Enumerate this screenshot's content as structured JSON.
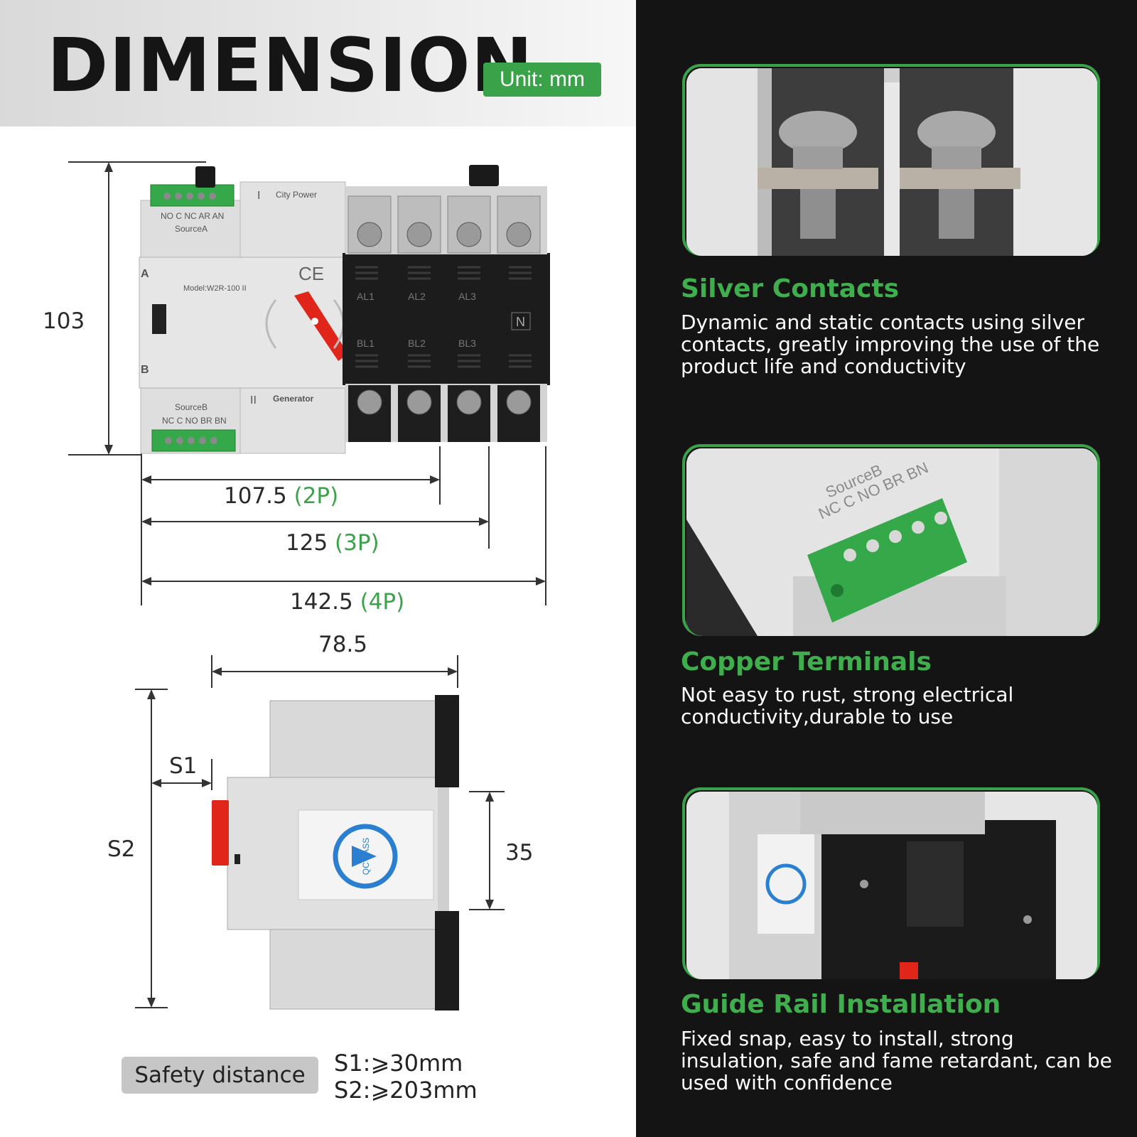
{
  "header": {
    "title": "DIMENSION",
    "unit": "Unit: mm"
  },
  "front_view": {
    "height_value": "103",
    "widths": [
      {
        "value": "107.5",
        "variant": "(2P)"
      },
      {
        "value": "125",
        "variant": "(3P)"
      },
      {
        "value": "142.5",
        "variant": "(4P)"
      }
    ],
    "device_labels": {
      "terminal_a": "NO C NC AR AN",
      "source_a": "SourceA",
      "source_b": "SourceB",
      "terminal_b": "NC C NO BR BN",
      "city_power": "City Power",
      "generator": "Generator",
      "roman_one": "I",
      "roman_two": "II",
      "model": "Model:W2R-100 II",
      "ce": "CE",
      "a_mark": "A",
      "b_mark": "B",
      "neutral": "N",
      "phases_top": [
        "AL1",
        "AL2",
        "AL3"
      ],
      "phases_bottom": [
        "BL1",
        "BL2",
        "BL3"
      ]
    }
  },
  "side_view": {
    "depth_value": "78.5",
    "rail_value": "35",
    "s1_label": "S1",
    "s2_label": "S2",
    "sticker": "QC PASS"
  },
  "safety": {
    "label": "Safety distance",
    "s1": "S1:⩾30mm",
    "s2": "S2:⩾203mm"
  },
  "features": [
    {
      "title": "Silver Contacts",
      "description": "Dynamic and static contacts using silver contacts, greatly improving the use of the product life and conductivity"
    },
    {
      "title": "Copper Terminals",
      "description": "Not easy to rust, strong electrical conductivity,durable to use"
    },
    {
      "title": "Guide Rail Installation",
      "description": "Fixed snap, easy to install, strong insulation, safe and fame retardant, can be used with confidence"
    }
  ],
  "photo_labels": {
    "terminal_photo_source": "SourceB",
    "terminal_photo_pins": "NC C NO BR BN"
  },
  "colors": {
    "accent_green": "#3aa349",
    "dark_panel": "#141414",
    "switch_red": "#e0251b"
  }
}
